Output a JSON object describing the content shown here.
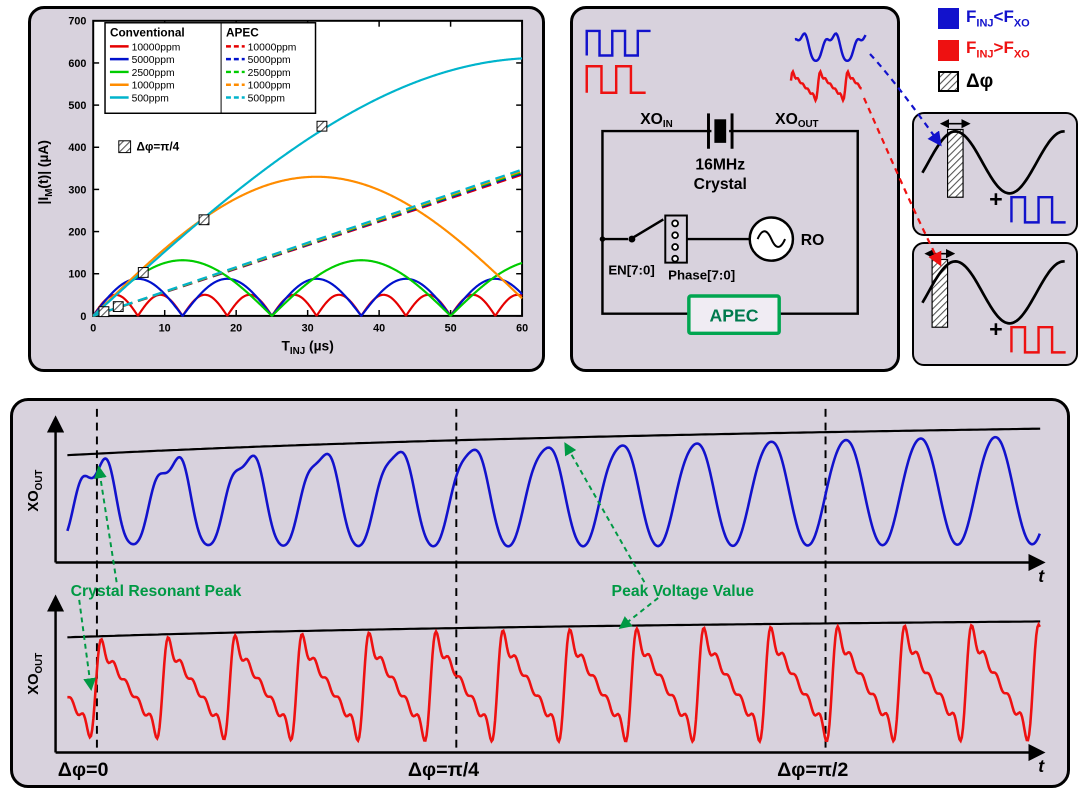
{
  "colors": {
    "panel_bg": "#d8d2dd",
    "blue": "#1212cc",
    "red": "#ee1111",
    "annotation_green": "#009944",
    "apec_green": "#00a550",
    "series": [
      "#e50000",
      "#0011cc",
      "#00cc00",
      "#ff8c00",
      "#00b4cc"
    ]
  },
  "chart_data": [
    {
      "id": "injection_current_vs_injection_time",
      "type": "line",
      "title": "",
      "xlabel": "T_INJ (µs)",
      "ylabel": "|I_M(t)| (µA)",
      "xlim": [
        0,
        60
      ],
      "ylim": [
        0,
        700
      ],
      "xticks": [
        0,
        10,
        20,
        30,
        40,
        50,
        60
      ],
      "yticks": [
        0,
        100,
        200,
        300,
        400,
        500,
        600,
        700
      ],
      "grid": false,
      "legend_position": "upper-left",
      "legend": {
        "headers": [
          "Conventional",
          "APEC"
        ],
        "labels": [
          "10000ppm",
          "5000ppm",
          "2500ppm",
          "1000ppm",
          "500ppm"
        ]
      },
      "annotation": "Δφ=π/4",
      "series": [
        {
          "group": "Conventional",
          "label": "10000ppm",
          "style": "solid",
          "model": "abs_sin",
          "amplitude_uA": 50,
          "beat_period_us": 6.25
        },
        {
          "group": "Conventional",
          "label": "5000ppm",
          "style": "solid",
          "model": "abs_sin",
          "amplitude_uA": 88,
          "beat_period_us": 12.5
        },
        {
          "group": "Conventional",
          "label": "2500ppm",
          "style": "solid",
          "model": "abs_sin",
          "amplitude_uA": 132,
          "beat_period_us": 25
        },
        {
          "group": "Conventional",
          "label": "1000ppm",
          "style": "solid",
          "model": "abs_sin",
          "amplitude_uA": 330,
          "beat_period_us": 62.5
        },
        {
          "group": "Conventional",
          "label": "500ppm",
          "style": "solid",
          "model": "abs_sin",
          "amplitude_uA": 612,
          "beat_period_us": 125
        },
        {
          "group": "APEC",
          "label": "10000ppm",
          "style": "dashed",
          "model": "linear",
          "value_at_60us_uA": 335
        },
        {
          "group": "APEC",
          "label": "5000ppm",
          "style": "dashed",
          "model": "linear",
          "value_at_60us_uA": 338
        },
        {
          "group": "APEC",
          "label": "2500ppm",
          "style": "dashed",
          "model": "linear",
          "value_at_60us_uA": 341
        },
        {
          "group": "APEC",
          "label": "1000ppm",
          "style": "dashed",
          "model": "linear",
          "value_at_60us_uA": 344
        },
        {
          "group": "APEC",
          "label": "500ppm",
          "style": "dashed",
          "model": "linear",
          "value_at_60us_uA": 347
        }
      ],
      "markers_phase_pi4": [
        {
          "t_us": 1.5,
          "i_uA": 10
        },
        {
          "t_us": 3.5,
          "i_uA": 22
        },
        {
          "t_us": 7,
          "i_uA": 103
        },
        {
          "t_us": 15.5,
          "i_uA": 228
        },
        {
          "t_us": 32,
          "i_uA": 450
        }
      ]
    },
    {
      "id": "xo_out_waveforms",
      "type": "line",
      "xlabel": "t",
      "ylabel": "XO_OUT",
      "phase_events": [
        "Δφ=0",
        "Δφ=π/4",
        "Δφ=π/2"
      ],
      "series": [
        {
          "name": "XO_OUT, F_INJ<F_XO",
          "color": "#1212cc",
          "behavior": "distorted oscillation whose amplitude grows toward the peak-voltage envelope; distortion decreases with phase error"
        },
        {
          "name": "XO_OUT, F_INJ>F_XO",
          "color": "#ee1111",
          "behavior": "sawtooth-distorted oscillation whose amplitude grows toward the peak-voltage envelope"
        }
      ],
      "annotations": [
        "Crystal Resonant Peak",
        "Peak Voltage Value"
      ]
    }
  ],
  "chart": {
    "xlabel_main": "T",
    "xlabel_sub": "INJ",
    "xlabel_post": " (µs)",
    "ylabel_main": "|I",
    "ylabel_sub": "M",
    "ylabel_post": "(t)| (µA)"
  },
  "circuit": {
    "xo_in": {
      "main": "XO",
      "sub": "IN"
    },
    "xo_out": {
      "main": "XO",
      "sub": "OUT"
    },
    "crystal_freq": "16MHz",
    "crystal_name": "Crystal",
    "phase_bus": "Phase[7:0]",
    "en_bus": "EN[7:0]",
    "ro": "RO",
    "apec": "APEC"
  },
  "freq_legend": {
    "low": {
      "f1": "F",
      "s1": "INJ",
      "op": "<",
      "f2": "F",
      "s2": "XO"
    },
    "high": {
      "f1": "F",
      "s1": "INJ",
      "op": ">",
      "f2": "F",
      "s2": "XO"
    },
    "dphi": "Δφ"
  },
  "mix_panels": {
    "plus": "+"
  },
  "waveforms": {
    "axis_label": {
      "main": "XO",
      "sub": "OUT"
    },
    "t_label": "t",
    "phase_labels": [
      "Δφ=0",
      "Δφ=π/4",
      "Δφ=π/2"
    ],
    "annotation_resonant": "Crystal Resonant Peak",
    "annotation_peak": "Peak Voltage Value"
  }
}
